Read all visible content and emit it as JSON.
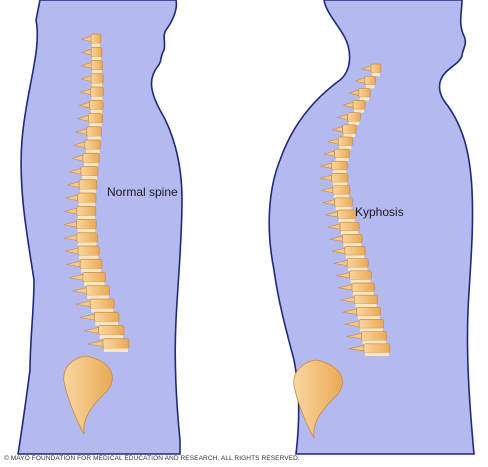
{
  "labels": {
    "normal": "Normal spine",
    "kyphosis": "Kyphosis"
  },
  "copyright": "© MAYO FOUNDATION FOR MEDICAL EDUCATION AND RESEARCH. ALL RIGHTS RESERVED.",
  "colors": {
    "background": "#ffffff",
    "body_fill": "#b4b9ef",
    "body_outline": "#1f2a78",
    "bone": "#f5c98a",
    "bone_outline": "#c98a3c",
    "disc": "#fae7c2"
  },
  "figures": [
    {
      "name": "normal-spine-figure",
      "label": "Normal spine"
    },
    {
      "name": "kyphosis-figure",
      "label": "Kyphosis"
    }
  ]
}
